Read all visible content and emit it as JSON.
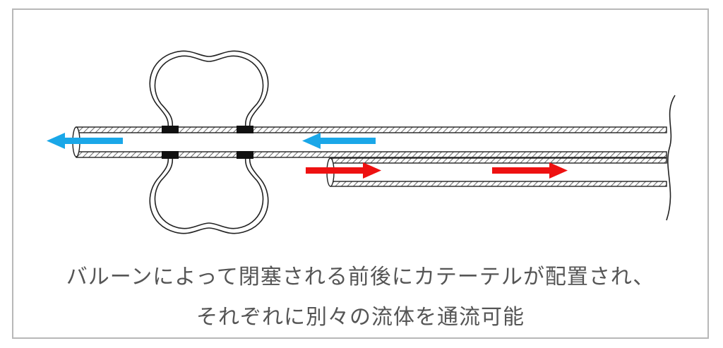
{
  "caption": {
    "line1": "バルーンによって閉塞される前後にカテーテルが配置され、",
    "line2": "それぞれに別々の流体を通流可能"
  },
  "colors": {
    "border": "#b8b8b8",
    "arrow_blue": "#1aa7e8",
    "arrow_red": "#ee1111",
    "outline": "#222222",
    "seal": "#111111",
    "caption_text": "#555555"
  },
  "icons": [
    "blue-flow-arrow",
    "red-flow-arrow",
    "balloon",
    "catheter-tube",
    "seal-band"
  ]
}
